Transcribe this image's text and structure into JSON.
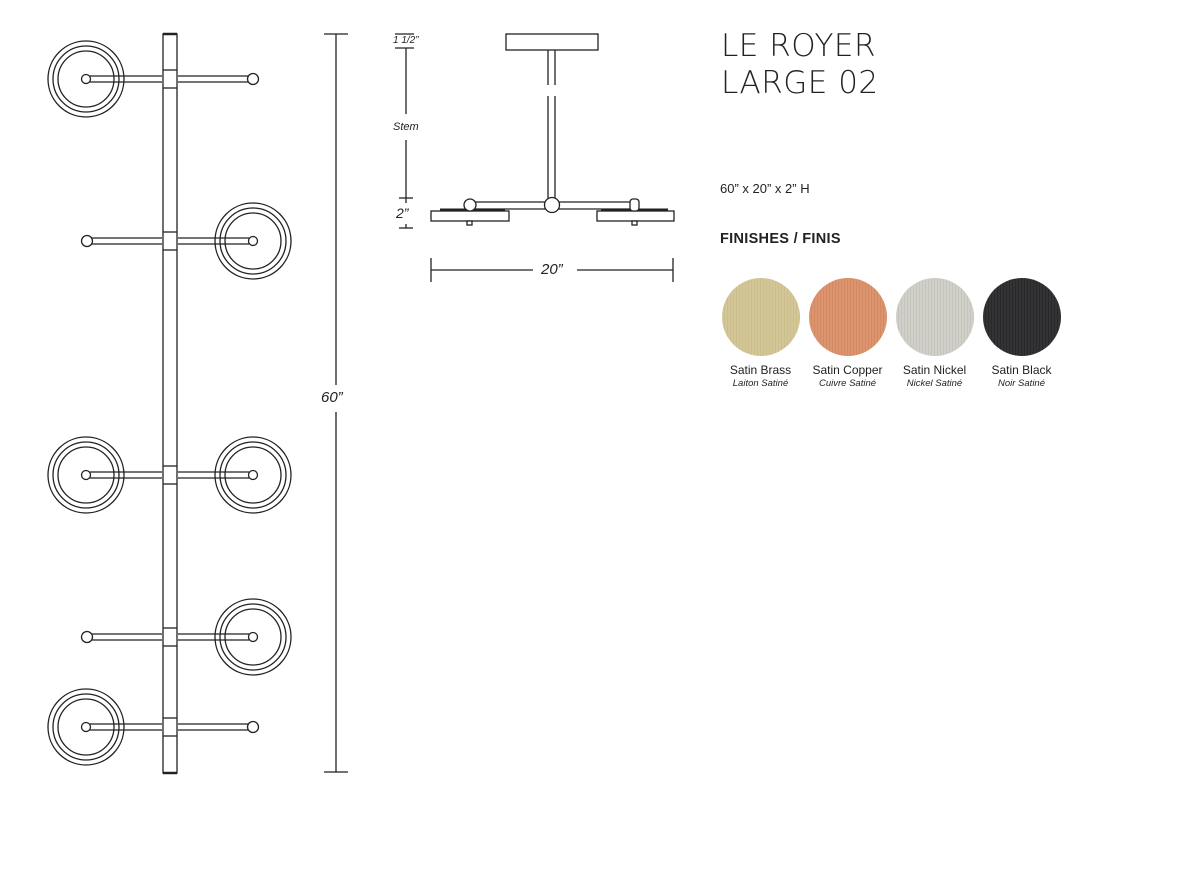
{
  "product": {
    "title_line1": "LE ROYER",
    "title_line2": "LARGE 02",
    "dimensions": "60” x 20” x 2” H"
  },
  "finishes": {
    "heading": "FINISHES / FINIS",
    "items": [
      {
        "name": "Satin Brass",
        "name_fr": "Laiton Satiné",
        "color": "#d2c594"
      },
      {
        "name": "Satin Copper",
        "name_fr": "Cuivre Satiné",
        "color": "#d9906a"
      },
      {
        "name": "Satin Nickel",
        "name_fr": "Nickel Satiné",
        "color": "#cdccc4"
      },
      {
        "name": "Satin Black",
        "name_fr": "Noir Satiné",
        "color": "#2f2f31"
      }
    ]
  },
  "drawing": {
    "front_view": {
      "canopy_label": "1 1/2”",
      "stem_label": "Stem",
      "fixture_height_label": "2”",
      "width_label": "20”"
    },
    "top_view": {
      "length_label": "60”"
    }
  }
}
